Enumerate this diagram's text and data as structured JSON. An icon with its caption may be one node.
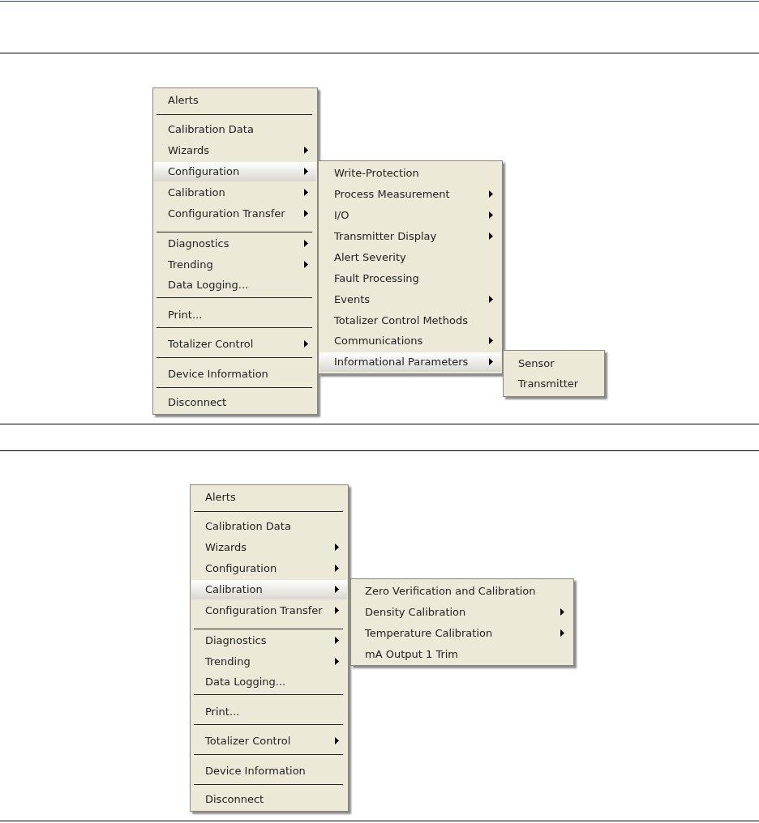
{
  "diagram": {
    "nodes": [
      {
        "text": [],
        "shape": "box"
      },
      {
        "text": [
          "Alerts"
        ],
        "in": 0
      },
      {
        "text": [
          "Calibration Data"
        ],
        "in": 0
      },
      {
        "text": [
          "Wizards"
        ],
        "in": 0
      },
      {
        "text": [
          "Configuration"
        ],
        "in": 0
      },
      {
        "text": [
          "Calibration"
        ],
        "in": 0
      },
      {
        "text": [
          "Configuration Transfer"
        ],
        "in": 0
      },
      {
        "text": [
          "Diagnostics"
        ],
        "in": 0
      },
      {
        "text": [
          "Trending"
        ],
        "in": 0
      },
      {
        "text": [
          "Data Logging..."
        ],
        "in": 0
      },
      {
        "text": [
          "Print..."
        ],
        "in": 0
      },
      {
        "text": [
          "Totalizer Control"
        ],
        "in": 0
      },
      {
        "text": [
          "Device Information"
        ],
        "in": 0
      },
      {
        "text": [
          "Disconnect"
        ],
        "in": 0
      },
      {
        "text": [],
        "shape": "box"
      },
      {
        "text": [
          "Write-Protection"
        ],
        "in": 14
      },
      {
        "text": [
          "Process Measurement"
        ],
        "in": 14
      },
      {
        "text": [
          "I/O"
        ],
        "in": 14
      },
      {
        "text": [
          "Transmitter Display"
        ],
        "in": 14
      },
      {
        "text": [
          "Alert Severity"
        ],
        "in": 14
      },
      {
        "text": [
          "Fault Processing"
        ],
        "in": 14
      },
      {
        "text": [
          "Events"
        ],
        "in": 14
      },
      {
        "text": [
          "Totalizer Control Methods"
        ],
        "in": 14
      },
      {
        "text": [
          "Communications"
        ],
        "in": 14
      },
      {
        "text": [
          "Informational Parameters"
        ],
        "in": 14
      },
      {
        "text": [],
        "shape": "box"
      },
      {
        "text": [
          "Sensor"
        ],
        "in": 25
      },
      {
        "text": [
          "Transmitter"
        ],
        "in": 25
      },
      {
        "text": [],
        "shape": "box"
      },
      {
        "text": [
          "Alerts"
        ],
        "in": 28
      },
      {
        "text": [
          "Calibration Data"
        ],
        "in": 28
      },
      {
        "text": [
          "Wizards"
        ],
        "in": 28
      },
      {
        "text": [
          "Configuration"
        ],
        "in": 28
      },
      {
        "text": [
          "Calibration"
        ],
        "in": 28
      },
      {
        "text": [
          "Configuration Transfer"
        ],
        "in": 28
      },
      {
        "text": [
          "Diagnostics"
        ],
        "in": 28
      },
      {
        "text": [
          "Trending"
        ],
        "in": 28
      },
      {
        "text": [
          "Data Logging..."
        ],
        "in": 28
      },
      {
        "text": [
          "Print..."
        ],
        "in": 28
      },
      {
        "text": [
          "Totalizer Control"
        ],
        "in": 28
      },
      {
        "text": [
          "Device Information"
        ],
        "in": 28
      },
      {
        "text": [
          "Disconnect"
        ],
        "in": 28
      },
      {
        "text": [],
        "shape": "box"
      },
      {
        "text": [
          "Zero Verification and Calibration"
        ],
        "in": 42
      },
      {
        "text": [
          "Density Calibration"
        ],
        "in": 42
      },
      {
        "text": [
          "Temperature Calibration"
        ],
        "in": 42
      },
      {
        "text": [
          "mA Output 1 Trim"
        ],
        "in": 42
      }
    ]
  }
}
